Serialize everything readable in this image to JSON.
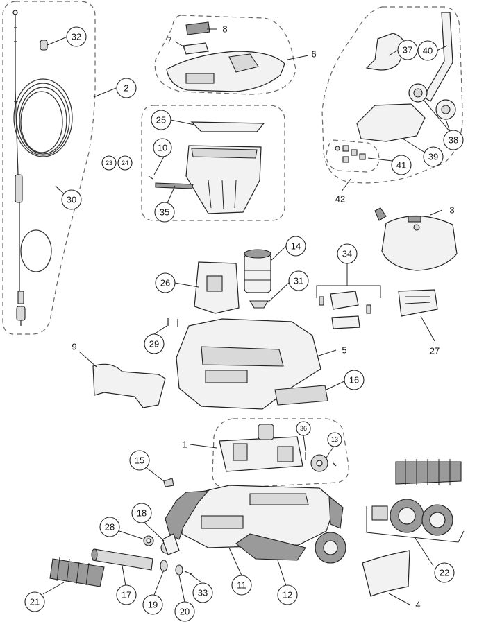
{
  "diagram": {
    "callouts": {
      "c1": "1",
      "c2": "2",
      "c3": "3",
      "c4": "4",
      "c5": "5",
      "c6": "6",
      "c7": "7",
      "c8": "8",
      "c9": "9",
      "c10": "10",
      "c11": "11",
      "c12": "12",
      "c13": "13",
      "c14": "14",
      "c15": "15",
      "c16": "16",
      "c17": "17",
      "c18": "18",
      "c19": "19",
      "c20": "20",
      "c21": "21",
      "c22": "22",
      "c23": "23",
      "c24": "24",
      "c25": "25",
      "c26": "26",
      "c27": "27",
      "c28": "28",
      "c29": "29",
      "c30": "30",
      "c31": "31",
      "c32": "32",
      "c33": "33",
      "c34": "34",
      "c35": "35",
      "c36": "36",
      "c37": "37",
      "c38": "38",
      "c39": "39",
      "c40": "40",
      "c41": "41",
      "c42": "42"
    }
  }
}
